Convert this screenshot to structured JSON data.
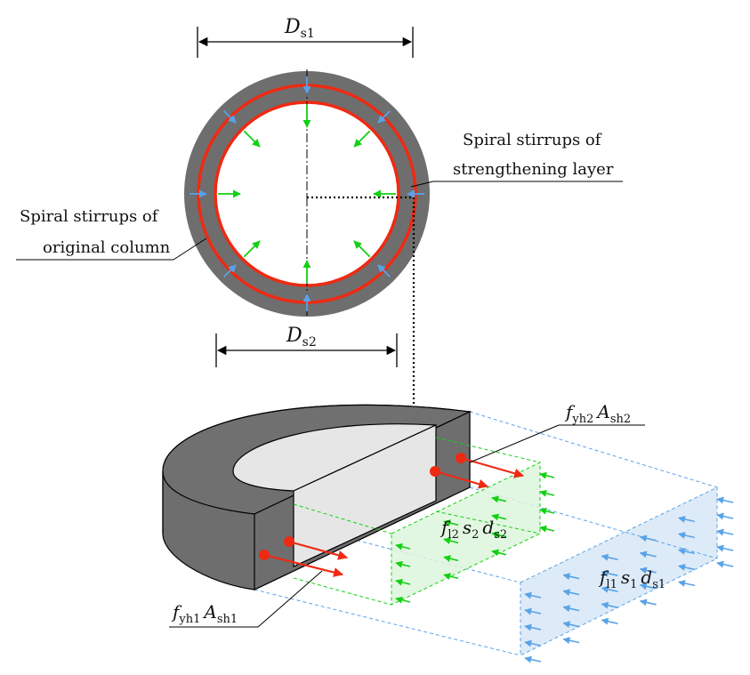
{
  "labels": {
    "ds1": "D",
    "ds1_sub": "s1",
    "ds2": "D",
    "ds2_sub": "s2",
    "outer_stirrups_line1": "Spiral stirrups of",
    "outer_stirrups_line2": "strengthening layer",
    "inner_stirrups_line1": "Spiral stirrups of",
    "inner_stirrups_line2": "original column",
    "f_yh2": "f",
    "f_yh2_sub": "yh2",
    "A_sh2": "A",
    "A_sh2_sub": "sh2",
    "f_yh1": "f",
    "f_yh1_sub": "yh1",
    "A_sh1": "A",
    "A_sh1_sub": "sh1",
    "f_l2": "f",
    "f_l2_sub": "l2",
    "s2": "s",
    "s2_sub": "2",
    "d_s2": "d",
    "d_s2_sub": "s2",
    "f_l1": "f",
    "f_l1_sub": "l1",
    "s1": "s",
    "s1_sub": "1",
    "d_s1": "d",
    "d_s1_sub": "s1"
  },
  "colors": {
    "ring_gray": "#6e6e6e",
    "stirrup_red": "#ee2a13",
    "green_arrow": "#12d012",
    "blue_arrow": "#5aa2e8",
    "green_panel": "#ddf6dc",
    "blue_panel": "#ddebf8",
    "inner_fill": "#e6e6e6"
  }
}
